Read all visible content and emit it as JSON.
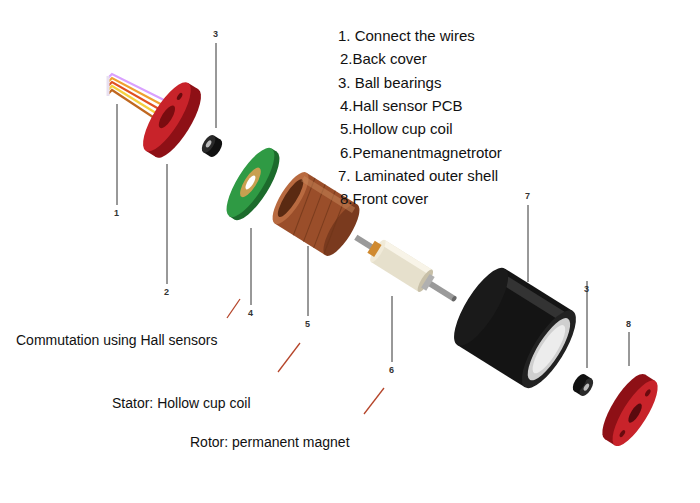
{
  "diagram": {
    "labels": [
      "1. Connect the wires",
      "2.Back cover",
      "3. Ball bearings",
      "4.Hall sensor PCB",
      "5.Hollow cup coil",
      "6.Pemanentmagnetrotor",
      "7. Laminated outer shell",
      "8.Front cover",
      "3",
      "7",
      "3",
      "8",
      "1",
      "2",
      "4",
      "5",
      "6",
      "Commutation using Hall sensors",
      "Stator: Hollow cup coil",
      "Rotor: permanent magnet"
    ]
  }
}
